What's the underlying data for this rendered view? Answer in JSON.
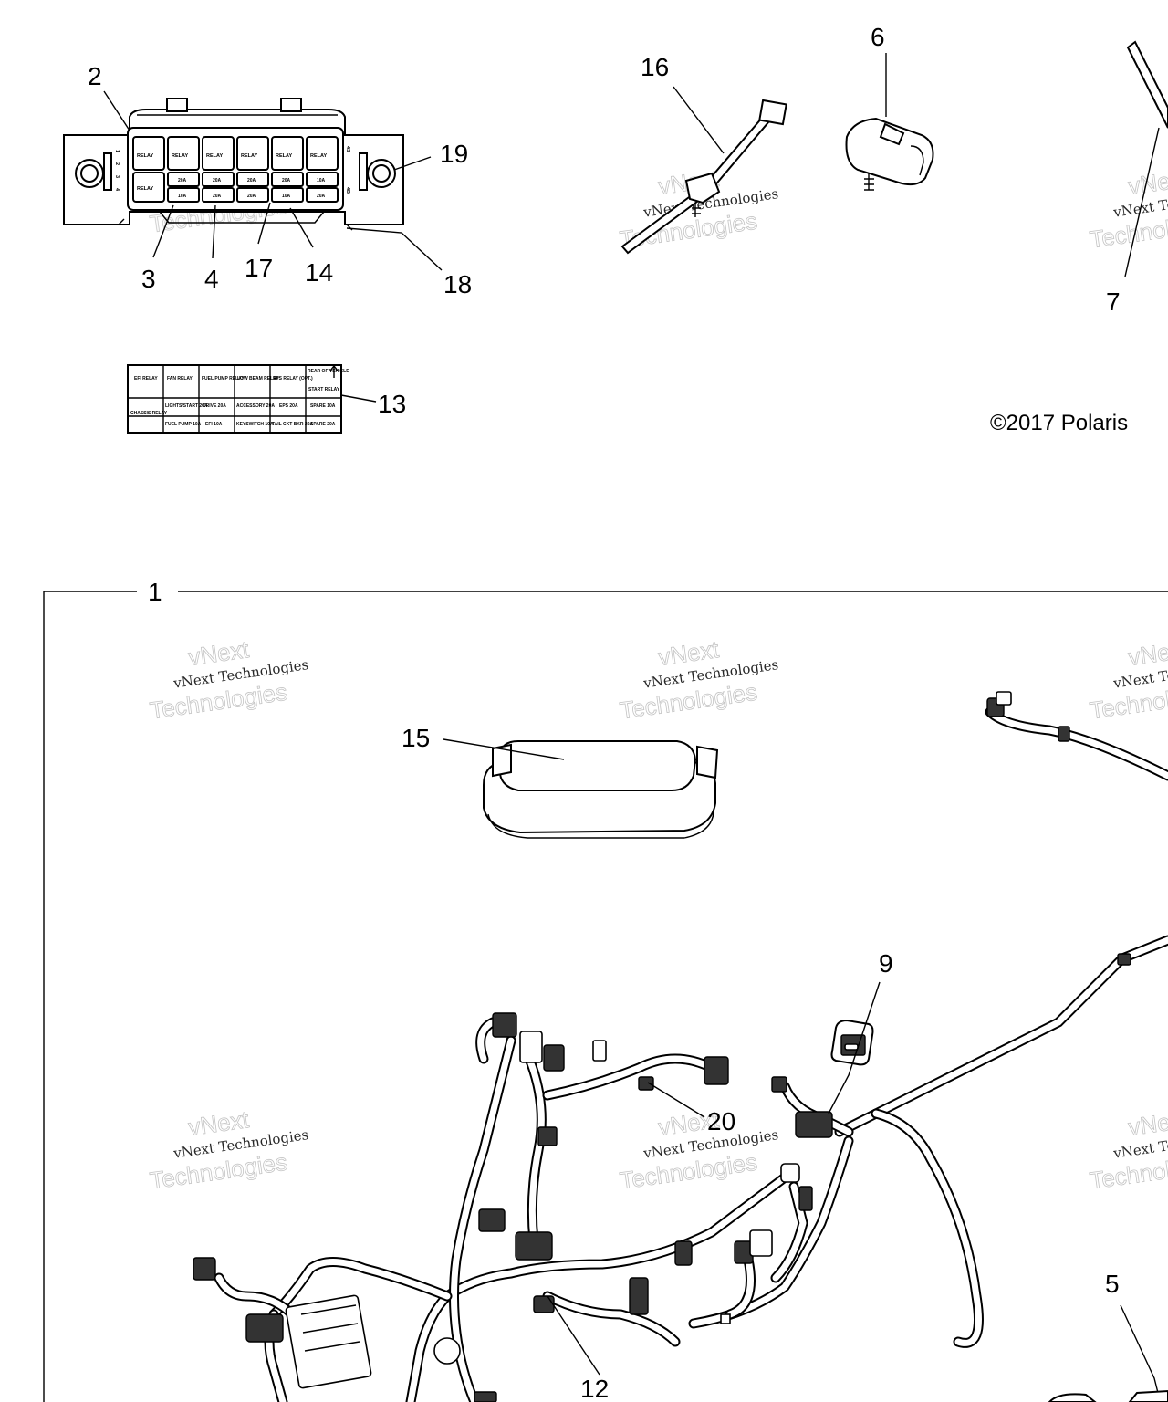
{
  "callouts": {
    "c1": "1",
    "c2": "2",
    "c3": "3",
    "c4": "4",
    "c5": "5",
    "c6": "6",
    "c7": "7",
    "c9": "9",
    "c12": "12",
    "c13": "13",
    "c14": "14",
    "c15": "15",
    "c16": "16",
    "c17": "17",
    "c18": "18",
    "c19": "19",
    "c20": "20"
  },
  "copyright": "©2017 Polaris",
  "watermark": {
    "line1": "vNext Technologies",
    "line2": "Technologies",
    "line3": "vNext"
  },
  "fuse_box": {
    "relay_label": "RELAY",
    "fuse_labels": [
      "20A",
      "20A",
      "20A",
      "20A",
      "10A",
      "10A",
      "20A",
      "20A",
      "10A",
      "20A"
    ],
    "pin_labels": [
      "1",
      "2",
      "3",
      "4"
    ],
    "right_labels": [
      "4S",
      "4B"
    ]
  },
  "decal": {
    "top_row": [
      "EFI RELAY",
      "FAN RELAY",
      "FUEL PUMP RELAY",
      "LOW BEAM RELAY",
      "EPS RELAY (OPT.)",
      "REAR OF VEHICLE"
    ],
    "mid_row": [
      "LIGHTS/START 20A",
      "DRIVE 20A",
      "ACCESSORY 20A",
      "EPS 20A",
      "SPARE 10A",
      "START RELAY"
    ],
    "bottom_row": [
      "FUEL PUMP 10A",
      "EFI 10A",
      "KEYSWITCH 10A",
      "TAIL CKT BKR 20A",
      "SPARE 20A"
    ],
    "chassis": "CHASSIS RELAY"
  },
  "icons": [
    "relay-icon",
    "fuse-icon",
    "mounting-hole-icon",
    "arrow-up-icon",
    "wire-harness-icon",
    "connector-icon"
  ]
}
